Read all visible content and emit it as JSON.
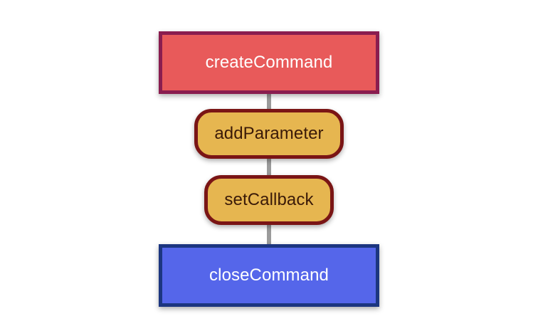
{
  "diagram": {
    "nodes": [
      {
        "id": "create",
        "label": "createCommand",
        "fill": "#e85a5a"
      },
      {
        "id": "add",
        "label": "addParameter",
        "fill": "#e6b650"
      },
      {
        "id": "set",
        "label": "setCallback",
        "fill": "#e6b650"
      },
      {
        "id": "close",
        "label": "closeCommand",
        "fill": "#5566ea"
      }
    ]
  }
}
